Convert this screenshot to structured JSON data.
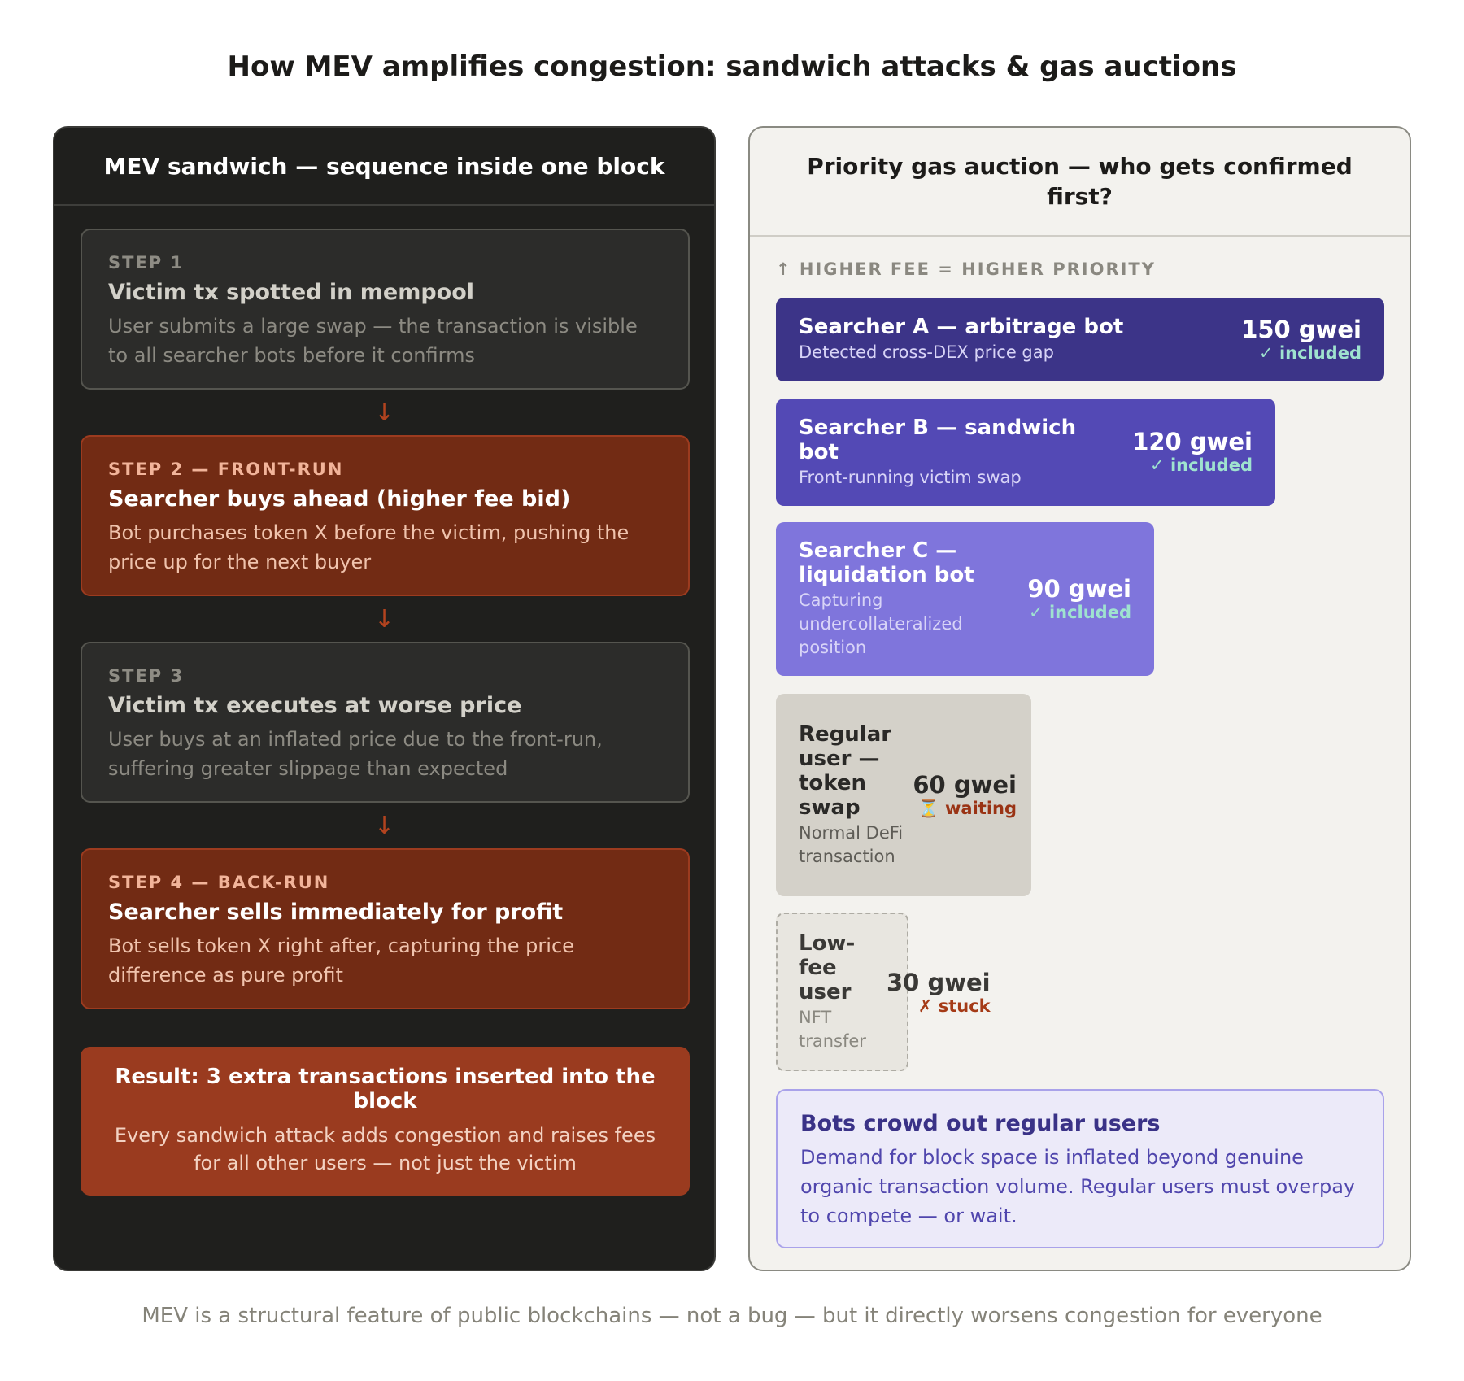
{
  "title": "How MEV amplifies congestion: sandwich attacks & gas auctions",
  "left_panel": {
    "heading": "MEV sandwich — sequence inside one block",
    "arrow_glyph": "↓",
    "steps": [
      {
        "label": "STEP 1",
        "title": "Victim tx spotted in mempool",
        "desc": "User submits a large swap — the transaction is visible to all searcher bots before it confirms",
        "style": "neutral"
      },
      {
        "label": "STEP 2 — FRONT-RUN",
        "title": "Searcher buys ahead (higher fee bid)",
        "desc": "Bot purchases token X before the victim, pushing the price up for the next buyer",
        "style": "attack"
      },
      {
        "label": "STEP 3",
        "title": "Victim tx executes at worse price",
        "desc": "User buys at an inflated price due to the front-run, suffering greater slippage than expected",
        "style": "neutral"
      },
      {
        "label": "STEP 4 — BACK-RUN",
        "title": "Searcher sells immediately for profit",
        "desc": "Bot sells token X right after, capturing the price difference as pure profit",
        "style": "attack"
      }
    ],
    "result": {
      "title": "Result: 3 extra transactions inserted into the block",
      "desc": "Every sandwich attack adds congestion and raises fees for all other users — not just the victim"
    }
  },
  "right_panel": {
    "heading": "Priority gas auction — who gets confirmed first?",
    "priority_label": "↑ HIGHER FEE = HIGHER PRIORITY",
    "bidders": [
      {
        "name": "Searcher A — arbitrage bot",
        "desc": "Detected cross-DEX price gap",
        "fee": "150 gwei",
        "status": "✓ included",
        "status_type": "included",
        "color": "#3c3488"
      },
      {
        "name": "Searcher B — sandwich bot",
        "desc": "Front-running victim swap",
        "fee": "120 gwei",
        "status": "✓ included",
        "status_type": "included",
        "color": "#5349b5"
      },
      {
        "name": "Searcher C — liquidation bot",
        "desc": "Capturing undercollateralized position",
        "fee": "90 gwei",
        "status": "✓ included",
        "status_type": "included",
        "color": "#7f75dc"
      },
      {
        "name": "Regular user — token swap",
        "desc": "Normal DeFi transaction",
        "fee": "60 gwei",
        "status": "⏳ waiting",
        "status_type": "waiting",
        "color": "#d4d1c9"
      },
      {
        "name": "Low-fee user",
        "desc": "NFT transfer",
        "fee": "30 gwei",
        "status": "✗ stuck",
        "status_type": "stuck",
        "color": "#e8e6e0"
      }
    ],
    "callout": {
      "title": "Bots crowd out regular users",
      "desc": "Demand for block space is inflated beyond genuine organic transaction volume. Regular users must overpay to compete — or wait."
    }
  },
  "footer": "MEV is a structural feature of public blockchains — not a bug — but it directly worsens congestion for everyone",
  "colors": {
    "dark_panel": "#1f1f1d",
    "attack": "#722b14",
    "result": "#9a3b1f",
    "light_panel": "#f3f2ee",
    "included": "#9fe3cf",
    "waiting": "#9a3314",
    "callout_bg": "#eceaf9"
  }
}
